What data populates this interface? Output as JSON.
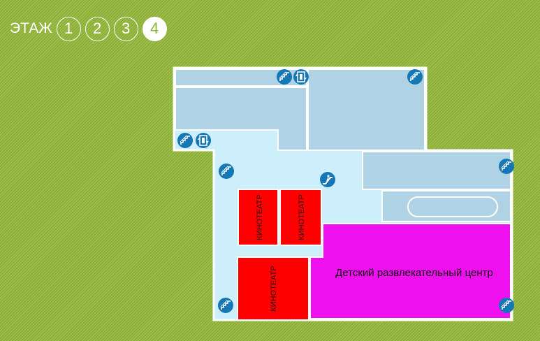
{
  "floor_selector": {
    "label": "ЭТАЖ",
    "floors": [
      "1",
      "2",
      "3",
      "4"
    ],
    "active_floor": "4"
  },
  "rooms": {
    "cinema_label": "КИНОТЕАТР",
    "kids_center_label": "Детский развлекательный центр"
  },
  "colors": {
    "background": "#8fb23b",
    "corridor": "#cdeefb",
    "service_area": "#afd3e4",
    "cinema": "#ff0000",
    "kids_center": "#ee10ee",
    "icon": "#1577b4"
  },
  "icons": [
    "stairs-icon",
    "elevator-icon",
    "escalator-icon"
  ]
}
